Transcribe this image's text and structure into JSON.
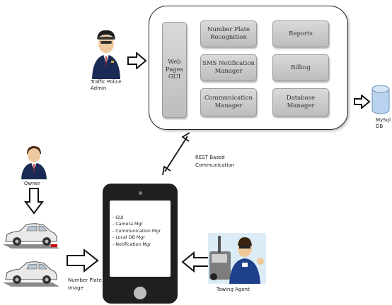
{
  "server": {
    "web_pages_gui": "Web\nPages\nGUI",
    "number_plate_recognition": "Number Plate\nRecognition",
    "reports": "Reports",
    "sms_notification_manager": "SMS Notification\nManager",
    "billing": "Billing",
    "communication_manager": "Communication\nManager",
    "database_manager": "Database\nManager"
  },
  "traffic_police_admin": "Traffic Police\nAdmin",
  "mysql_db": "MySql\nDB",
  "rest_label": "REST Based\nCommunication",
  "owner": "Owner",
  "number_plate_image": "Number Plate\nImage",
  "towing_agent": "Towing Agent",
  "phone_modules": [
    "- GUI",
    "- Camera Mgr",
    "- Communication Mgr",
    "- Local DB Mgr",
    "- Notification Mgr"
  ],
  "colors": {
    "box_fill": "#c9c9c9",
    "phone_body": "#1f1f1f",
    "db_fill": "#b9d3ee"
  }
}
